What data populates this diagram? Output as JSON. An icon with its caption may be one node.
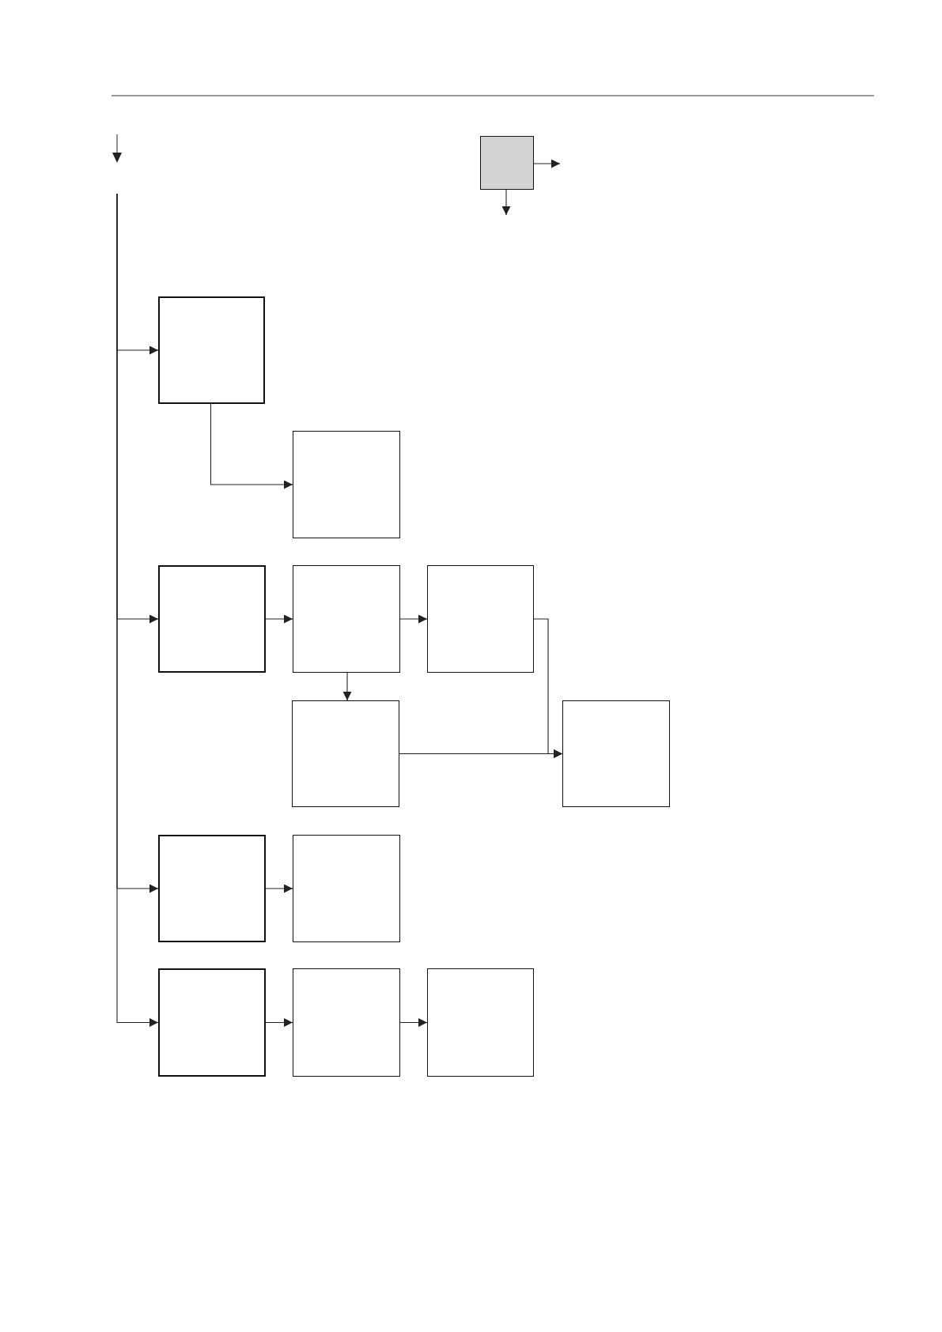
{
  "diagram": {
    "nodes": [
      {
        "text": [],
        "shape": "box"
      },
      {
        "text": [],
        "shape": "box"
      },
      {
        "text": [],
        "shape": "box"
      },
      {
        "text": [],
        "shape": "box"
      },
      {
        "text": [],
        "shape": "box"
      },
      {
        "text": [],
        "shape": "box"
      },
      {
        "text": [],
        "shape": "box"
      },
      {
        "text": [],
        "shape": "box"
      },
      {
        "text": [],
        "shape": "box"
      },
      {
        "text": [],
        "shape": "box"
      },
      {
        "text": [],
        "shape": "box"
      },
      {
        "text": [],
        "shape": "box"
      },
      {
        "text": [],
        "shape": "box"
      }
    ],
    "edges": [
      {
        "from": 0,
        "to": null,
        "arrow": "to"
      },
      {
        "from": 0,
        "to": null,
        "arrow": "to"
      },
      {
        "from": null,
        "to": 1,
        "arrow": "to"
      },
      {
        "from": 1,
        "to": 2,
        "arrow": "to"
      },
      {
        "from": null,
        "to": 3,
        "arrow": "to"
      },
      {
        "from": 3,
        "to": 4,
        "arrow": "to"
      },
      {
        "from": 4,
        "to": 5,
        "arrow": "to"
      },
      {
        "from": 4,
        "to": 6,
        "arrow": "to"
      },
      {
        "from": 5,
        "to": 7,
        "arrow": "to"
      },
      {
        "from": 6,
        "to": 7,
        "arrow": "to"
      },
      {
        "from": null,
        "to": 8,
        "arrow": "to"
      },
      {
        "from": 8,
        "to": 9,
        "arrow": "to"
      },
      {
        "from": null,
        "to": 10,
        "arrow": "to"
      },
      {
        "from": 10,
        "to": 11,
        "arrow": "to"
      },
      {
        "from": 11,
        "to": 12,
        "arrow": "to"
      }
    ]
  }
}
